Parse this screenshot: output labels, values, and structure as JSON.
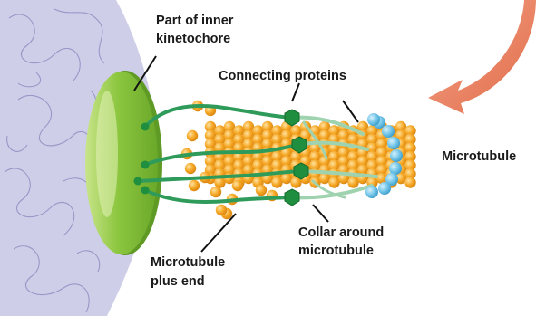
{
  "labels": {
    "inner_kinetochore": [
      "Part of inner",
      "kinetochore"
    ],
    "connecting_proteins": "Connecting proteins",
    "microtubule": "Microtubule",
    "collar": [
      "Collar around",
      "microtubule"
    ],
    "plus_end": [
      "Microtubule",
      "plus end"
    ]
  },
  "colors": {
    "chromatin_bg": "#c9c8e6",
    "chromatin_lines": "#8f8ec0",
    "kinetochore_plate": "#8cc63f",
    "kinetochore_edge": "#5f9a24",
    "tubulin": "#f5a623",
    "tubulin_light": "#fbc86a",
    "connector": "#2e9b5a",
    "connector_light": "#9fd3b0",
    "hexagon": "#1f8f3f",
    "collar": "#6ec3e8",
    "arrow": "#e8795a"
  }
}
